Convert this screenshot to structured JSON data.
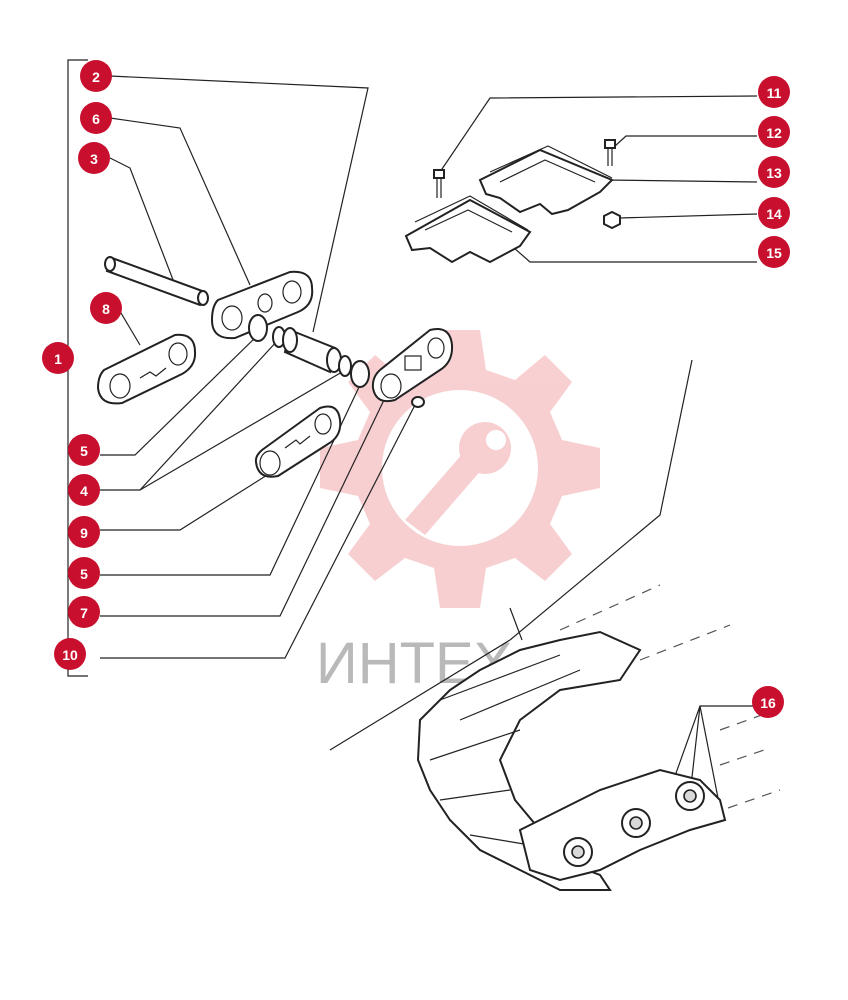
{
  "watermark": {
    "text": "ИНТЕХ",
    "color": "#f2a9ad"
  },
  "callout_color": "#c8102e",
  "callouts": [
    {
      "id": "c1",
      "label": "1"
    },
    {
      "id": "c2",
      "label": "2"
    },
    {
      "id": "c3",
      "label": "3"
    },
    {
      "id": "c4",
      "label": "4"
    },
    {
      "id": "c5a",
      "label": "5"
    },
    {
      "id": "c5b",
      "label": "5"
    },
    {
      "id": "c6",
      "label": "6"
    },
    {
      "id": "c7",
      "label": "7"
    },
    {
      "id": "c8",
      "label": "8"
    },
    {
      "id": "c9",
      "label": "9"
    },
    {
      "id": "c10",
      "label": "10"
    },
    {
      "id": "c11",
      "label": "11"
    },
    {
      "id": "c12",
      "label": "12"
    },
    {
      "id": "c13",
      "label": "13"
    },
    {
      "id": "c14",
      "label": "14"
    },
    {
      "id": "c15",
      "label": "15"
    },
    {
      "id": "c16",
      "label": "16"
    }
  ]
}
